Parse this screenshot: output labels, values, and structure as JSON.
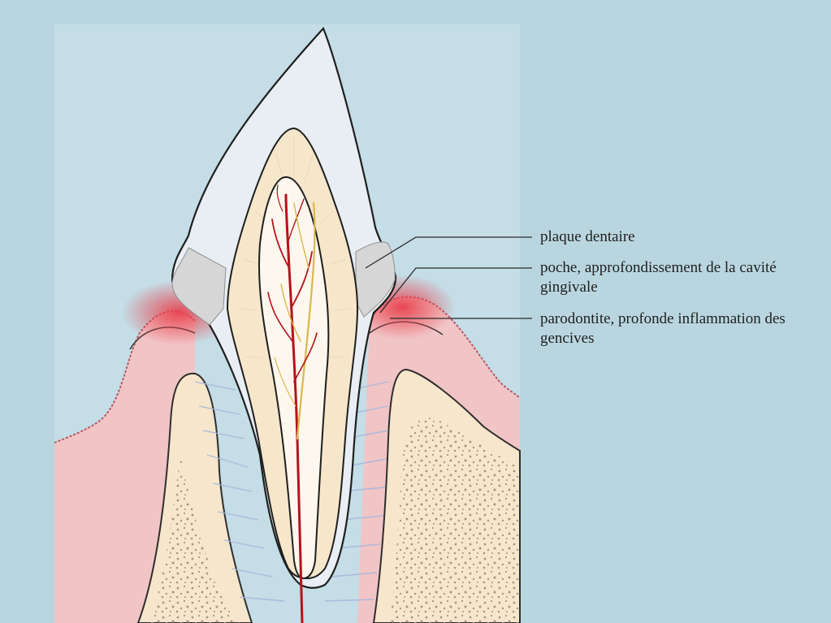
{
  "labels": {
    "plaque": "plaque dentaire",
    "poche": "poche, approfondissement de la cavité gingivale",
    "parodontite": "parodontite, profonde inflammation des gencives"
  },
  "colors": {
    "background": "#b9d6e0",
    "enamel": "#e8eef3",
    "dentin": "#f6e7cb",
    "pulp": "#fdf7ee",
    "gum": "#f1c4c6",
    "inflammation": "#e8414d",
    "plaque": "#d6d6d6",
    "bone": "#f6e6cc",
    "bone_speckle": "#a89684",
    "nerve": "#b5121b",
    "nerve_secondary": "#d9b84a",
    "ligament": "#a9b7dc"
  }
}
